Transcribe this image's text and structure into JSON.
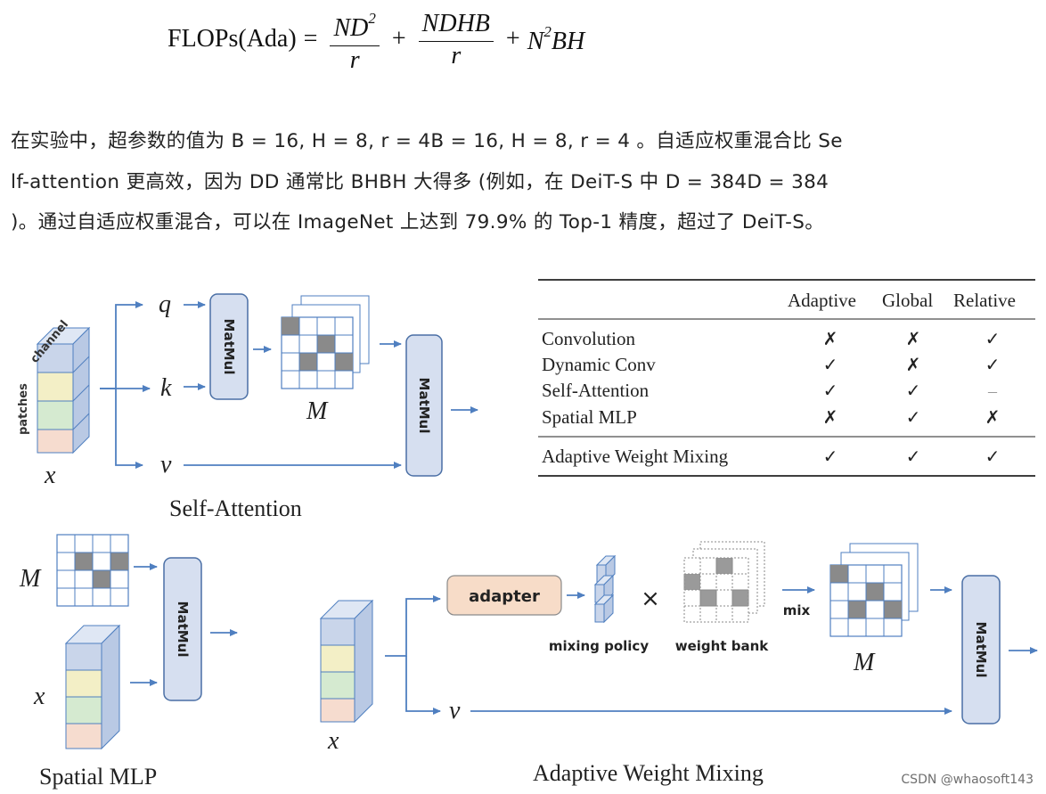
{
  "formula": {
    "lhs": "FLOPs(Ada)",
    "eq": "=",
    "frac1_num": "ND",
    "frac1_num_exp": "2",
    "frac1_den": "r",
    "plus1": "+",
    "frac2_num": "NDHB",
    "frac2_den": "r",
    "plus2": "+",
    "term3_base": "N",
    "term3_exp": "2",
    "term3_rest": "BH"
  },
  "paragraph": {
    "line1": "在实验中，超参数的值为 B = 16, H = 8, r = 4B = 16, H = 8, r = 4 。自适应权重混合比 Se",
    "line2": "lf-attention 更高效，因为 DD 通常比 BHBH 大得多 (例如，在 DeiT-S 中 D = 384D = 384",
    "line3": ")。通过自适应权重混合，可以在 ImageNet 上达到 79.9% 的 Top-1 精度，超过了 DeiT-S。"
  },
  "figure": {
    "self_attention": {
      "channel": "channel",
      "patches": "patches",
      "x": "x",
      "q": "q",
      "k": "k",
      "v": "v",
      "matmul1": "MatMul",
      "matmul2": "MatMul",
      "m": "M",
      "caption": "Self-Attention"
    },
    "spatial_mlp": {
      "m": "M",
      "x": "x",
      "matmul": "MatMul",
      "caption": "Spatial MLP"
    },
    "adaptive": {
      "x": "x",
      "v": "v",
      "adapter": "adapter",
      "times": "×",
      "mix": "mix",
      "mixing_policy": "mixing policy",
      "weight_bank": "weight bank",
      "m": "M",
      "matmul": "MatMul",
      "caption": "Adaptive Weight Mixing"
    },
    "table": {
      "headers": [
        "Adaptive",
        "Global",
        "Relative"
      ],
      "rows": [
        {
          "name": "Convolution",
          "cells": [
            "✗",
            "✗",
            "✓"
          ]
        },
        {
          "name": "Dynamic Conv",
          "cells": [
            "✓",
            "✗",
            "✓"
          ]
        },
        {
          "name": "Self-Attention",
          "cells": [
            "✓",
            "✓",
            "–"
          ]
        },
        {
          "name": "Spatial MLP",
          "cells": [
            "✗",
            "✓",
            "✗"
          ]
        }
      ],
      "final_row": {
        "name": "Adaptive Weight Mixing",
        "cells": [
          "✓",
          "✓",
          "✓"
        ]
      }
    }
  },
  "watermark": "CSDN @whaosoft143",
  "colors": {
    "arrow": "#4f7fc0",
    "matmul_fill": "#d6dff0",
    "matmul_stroke": "#4a6fa5",
    "adapter_fill": "#f7dcc8",
    "grid_dark": "#8a8a8a",
    "cube_blue": "#c9d5ea",
    "cube_yellow": "#f3efc6",
    "cube_green": "#d5ead0",
    "cube_pink": "#f6dccf"
  }
}
